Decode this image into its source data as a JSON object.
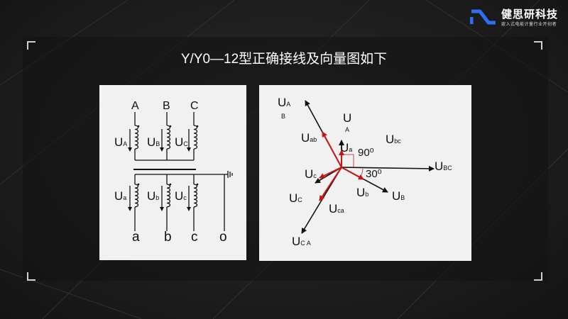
{
  "logo": {
    "name": "健思研科技",
    "tagline": "嵌入式电能计量行业开创者"
  },
  "title": "Y/Y0—12型正确接线及向量图如下",
  "left_diagram": {
    "primary_terminals": [
      "A",
      "B",
      "C"
    ],
    "secondary_terminals": [
      "a",
      "b",
      "c",
      "o"
    ],
    "primary_voltages": [
      {
        "main": "U",
        "sub": "A"
      },
      {
        "main": "U",
        "sub": "B"
      },
      {
        "main": "U",
        "sub": "C"
      }
    ],
    "secondary_voltages": [
      {
        "main": "U",
        "sub": "a"
      },
      {
        "main": "U",
        "sub": "b"
      },
      {
        "main": "U",
        "sub": "c"
      }
    ]
  },
  "right_diagram": {
    "uab_main": "U",
    "uab_sub": "A",
    "uab_sub2": "B",
    "ua_main": "U",
    "ua_sub": "A",
    "ubc_main": "U",
    "ubc_sub": "BC",
    "ub_main": "U",
    "ub_sub": "B",
    "uca_main": "U",
    "uca_sub": "C A",
    "uc_main": "U",
    "uc_sub": "C",
    "ab_main": "U",
    "ab_sub": "ab",
    "a_main": "U",
    "a_sub": "a",
    "bc_main": "U",
    "bc_sub": "bc",
    "b_main": "U",
    "b_sub": "b",
    "ca_main": "U",
    "ca_sub": "ca",
    "c_main": "U",
    "c_sub": "c",
    "angle_90": "90⁰",
    "angle_30": "30⁰"
  }
}
